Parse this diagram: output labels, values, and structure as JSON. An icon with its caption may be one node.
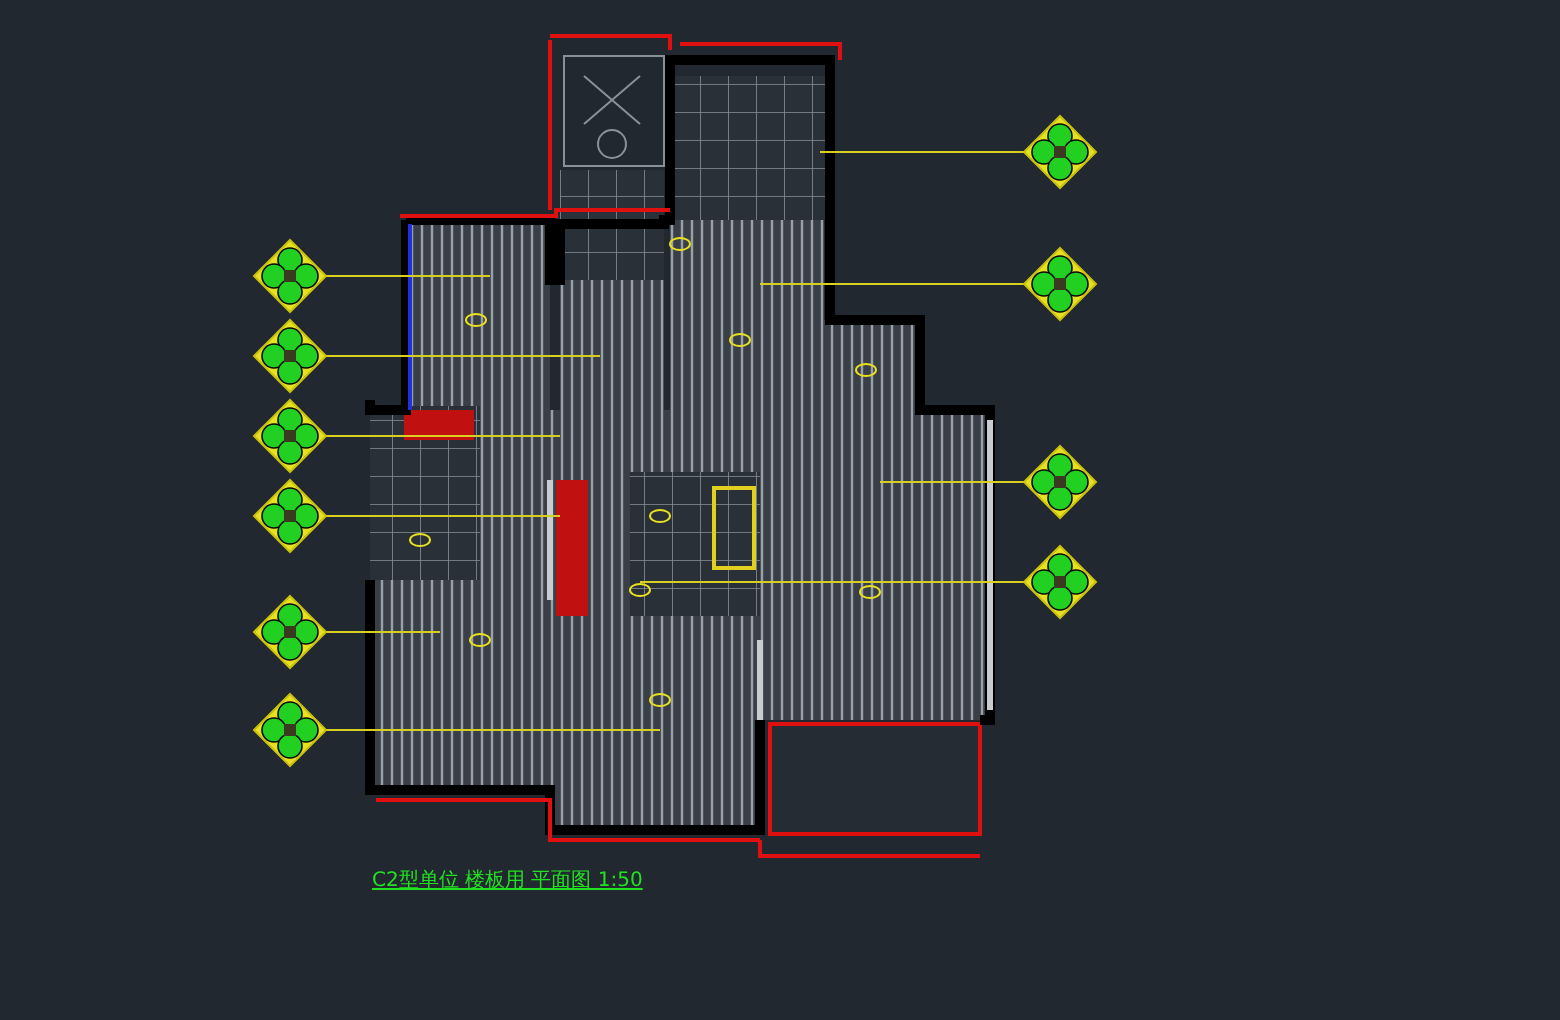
{
  "diagram": {
    "title": "C2型单位 楼板用 平面图 1:50",
    "nodes": [
      {
        "text": [],
        "shape": "diamond"
      },
      {
        "text": [],
        "shape": "diamond"
      },
      {
        "text": [],
        "shape": "diamond"
      },
      {
        "text": [],
        "shape": "diamond"
      },
      {
        "text": [],
        "shape": "diamond"
      },
      {
        "text": [],
        "shape": "diamond"
      },
      {
        "text": [],
        "shape": "diamond"
      },
      {
        "text": [],
        "shape": "diamond"
      },
      {
        "text": [],
        "shape": "diamond"
      },
      {
        "text": [],
        "shape": "diamond"
      }
    ],
    "edges": [
      {
        "from": 0,
        "to": null,
        "arrow": "none"
      },
      {
        "from": 1,
        "to": null,
        "arrow": "none"
      },
      {
        "from": 2,
        "to": null,
        "arrow": "none"
      },
      {
        "from": 3,
        "to": null,
        "arrow": "none"
      },
      {
        "from": 4,
        "to": null,
        "arrow": "none"
      },
      {
        "from": 5,
        "to": null,
        "arrow": "none"
      },
      {
        "from": 6,
        "to": null,
        "arrow": "none"
      },
      {
        "from": 7,
        "to": null,
        "arrow": "none"
      },
      {
        "from": 8,
        "to": null,
        "arrow": "none"
      },
      {
        "from": 9,
        "to": null,
        "arrow": "none"
      }
    ]
  }
}
